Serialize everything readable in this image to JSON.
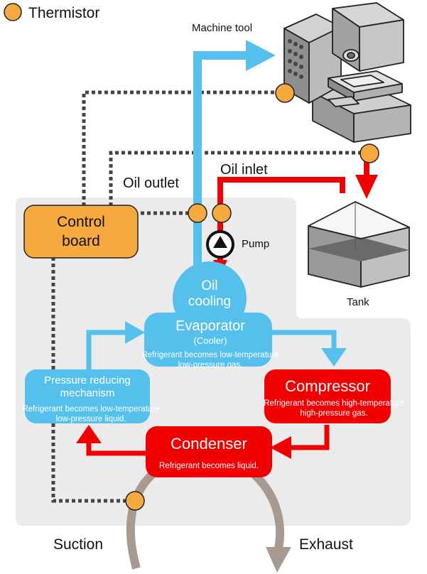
{
  "legend": {
    "label": "Thermistor"
  },
  "labels": {
    "machine_tool": "Machine tool",
    "oil_outlet": "Oil outlet",
    "oil_inlet": "Oil inlet",
    "pump": "Pump",
    "tank": "Tank",
    "suction": "Suction",
    "exhaust": "Exhaust"
  },
  "nodes": {
    "control_board": {
      "line1": "Control",
      "line2": "board"
    },
    "oil_cooling": {
      "line1": "Oil",
      "line2": "cooling"
    },
    "evaporator": {
      "title": "Evaporator",
      "subtitle": "(Cooler)",
      "desc1": "Refrigerant becomes low-temperature",
      "desc2": "low-pressure gas."
    },
    "pressure_reducing": {
      "line1": "Pressure reducing",
      "line2": "mechanism",
      "desc1": "Refrigerant becomes low-temperature",
      "desc2": "low-pressure liquid."
    },
    "compressor": {
      "title": "Compressor",
      "desc1": "Refrigerant becomes high-temperature",
      "desc2": "high-pressure gas."
    },
    "condenser": {
      "title": "Condenser",
      "desc1": "Refrigerant becomes liquid."
    }
  },
  "colors": {
    "blue": "#55c0ec",
    "red": "#f00000",
    "orange": "#f5a93f",
    "gray_panel": "#ebebeb",
    "dark": "#404040",
    "air": "#a89a90"
  }
}
